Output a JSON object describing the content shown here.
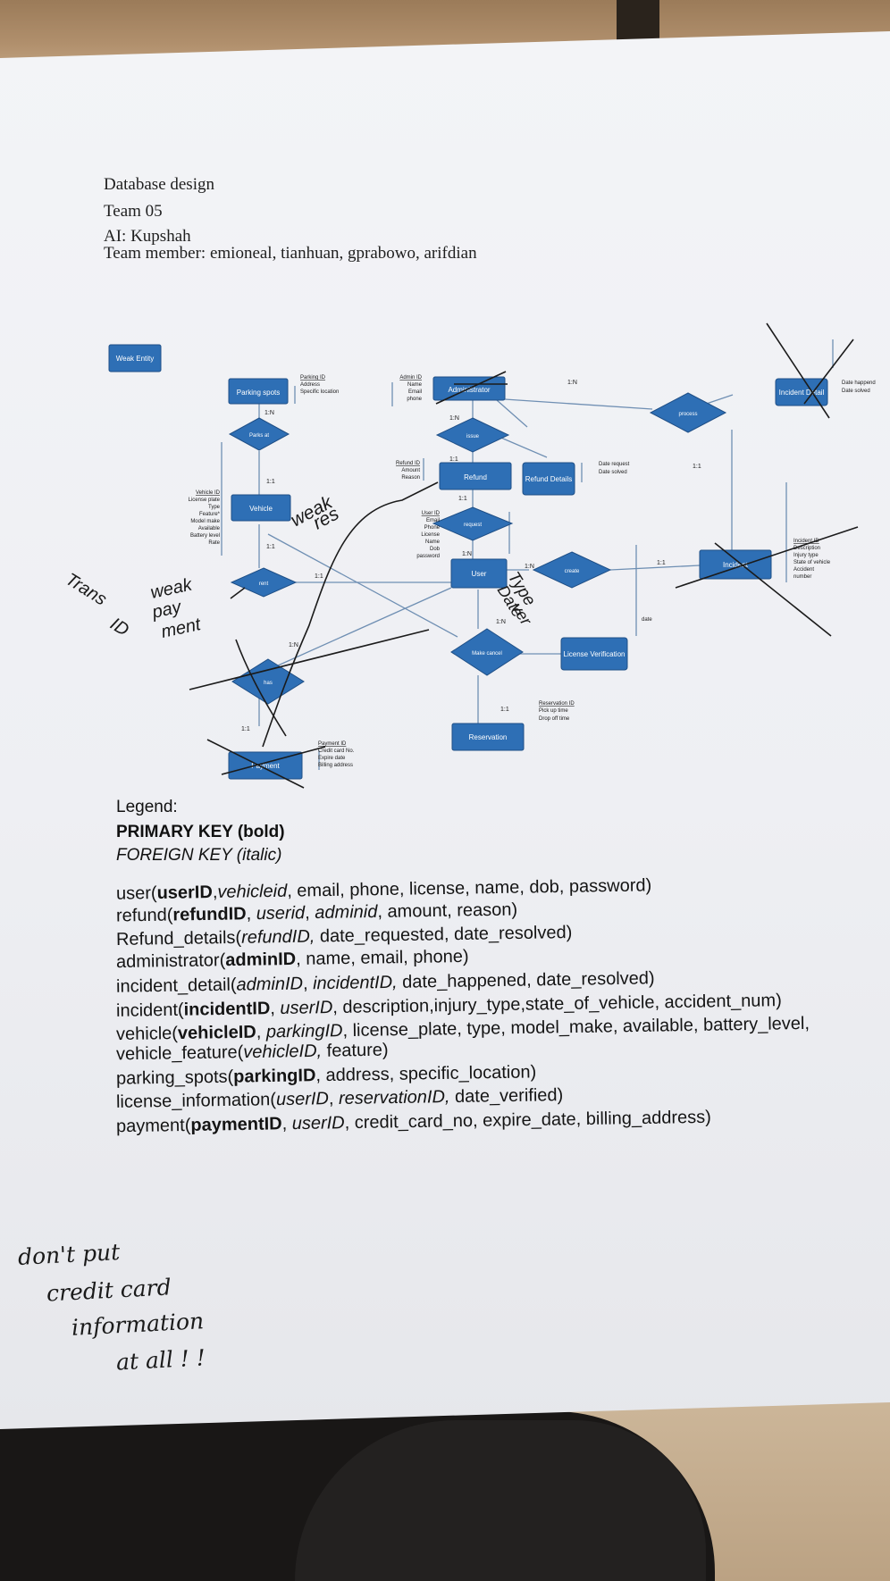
{
  "header": {
    "line1": "Database design",
    "line2": "Team 05",
    "line3": "AI: Kupshah",
    "line4": "Team member: emioneal, tianhuan, gprabowo, arifdian"
  },
  "diagram": {
    "weak_entity_legend": "Weak Entity",
    "entities": {
      "parking": "Parking spots",
      "admin": "Administrator",
      "incident_detail": "Incident Detail",
      "refund": "Refund",
      "refund_details": "Refund Details",
      "vehicle": "Vehicle",
      "user": "User",
      "incident": "Incident",
      "license": "License Verification",
      "reservation": "Reservation",
      "payment": "Payment"
    },
    "relationships": {
      "parks_at": "Parks at",
      "issue": "issue",
      "process": "process",
      "request": "request",
      "rent": "rent",
      "create": "create",
      "make_cancel": "Make cancel",
      "has": "has"
    },
    "cardinalities": {
      "c_parking": "1:N",
      "c_vehicle": "1:1",
      "c_admin": "1:N",
      "c_issue": "1:1",
      "c_process_top": "1:N",
      "c_process_right": "1:1",
      "c_refund": "1:1",
      "c_request": "1:N",
      "c_rent": "1:1",
      "c_rent_left": "1:1",
      "c_create_user": "1:N",
      "c_create_inc": "1:1",
      "c_make": "1:N",
      "c_has": "1:N",
      "c_pay": "1:1",
      "c_res": "1:1"
    },
    "attributes": {
      "parking": [
        "Parking ID",
        "Address",
        "Specific location"
      ],
      "admin": [
        "Admin ID",
        "Name",
        "Email",
        "phone"
      ],
      "incident_detail": [
        "Date happend",
        "Date solved"
      ],
      "refund": [
        "Refund ID",
        "Amount",
        "Reason"
      ],
      "refund_details": [
        "Date request",
        "Date solved"
      ],
      "vehicle": [
        "Vehicle ID",
        "License plate",
        "Type",
        "Feature*",
        "Model make",
        "Available",
        "Battery level",
        "Rate"
      ],
      "user": [
        "User ID",
        "Email",
        "Phone",
        "License",
        "Name",
        "Dob",
        "password"
      ],
      "incident": [
        "Incident ID",
        "Description",
        "Injury type",
        "State of vehicle",
        "Accident",
        "number"
      ],
      "license": [
        "date"
      ],
      "reservation": [
        "Reservation ID",
        "Pick up time",
        "Drop off time"
      ],
      "payment": [
        "Payment ID",
        "Credit card No.",
        "Expire date",
        "Billing address"
      ]
    },
    "handwritten": {
      "weak_res_1": "weak",
      "weak_res_2": "res",
      "weak_pay_1": "weak",
      "weak_pay_2": "pay",
      "weak_pay_3": "ment",
      "trans": "Trans",
      "id": "ID",
      "type_1": "Type",
      "type_2": "Date",
      "type_3": "ver"
    }
  },
  "legend": {
    "title": "Legend:",
    "primary": "PRIMARY KEY (bold)",
    "foreign": "FOREIGN KEY (italic)"
  },
  "relations": [
    [
      {
        "t": "user(",
        "s": "n"
      },
      {
        "t": "userID",
        "s": "b"
      },
      {
        "t": ",",
        "s": "n"
      },
      {
        "t": "vehicleid",
        "s": "i"
      },
      {
        "t": ", email, phone, license, name, dob, password)",
        "s": "n"
      }
    ],
    [
      {
        "t": "refund(",
        "s": "n"
      },
      {
        "t": "refundID",
        "s": "b"
      },
      {
        "t": ", ",
        "s": "n"
      },
      {
        "t": "userid",
        "s": "i"
      },
      {
        "t": ", ",
        "s": "n"
      },
      {
        "t": "adminid",
        "s": "i"
      },
      {
        "t": ", amount, reason)",
        "s": "n"
      }
    ],
    [
      {
        "t": "Refund_details(",
        "s": "n"
      },
      {
        "t": "refundID,",
        "s": "i"
      },
      {
        "t": " date_requested, date_resolved)",
        "s": "n"
      }
    ],
    [
      {
        "t": "administrator(",
        "s": "n"
      },
      {
        "t": "adminID",
        "s": "b"
      },
      {
        "t": ", name, email, phone)",
        "s": "n"
      }
    ],
    [
      {
        "t": "incident_detail(",
        "s": "n"
      },
      {
        "t": "adminID",
        "s": "i"
      },
      {
        "t": ", ",
        "s": "n"
      },
      {
        "t": "incidentID,",
        "s": "i"
      },
      {
        "t": " date_happened, date_resolved)",
        "s": "n"
      }
    ],
    [
      {
        "t": "incident(",
        "s": "n"
      },
      {
        "t": "incidentID",
        "s": "b"
      },
      {
        "t": ", ",
        "s": "n"
      },
      {
        "t": "userID",
        "s": "i"
      },
      {
        "t": ", description,injury_type,state_of_vehicle, accident_num)",
        "s": "n"
      }
    ],
    [
      {
        "t": "vehicle(",
        "s": "n"
      },
      {
        "t": "vehicleID",
        "s": "b"
      },
      {
        "t": ", ",
        "s": "n"
      },
      {
        "t": "parkingID",
        "s": "i"
      },
      {
        "t": ", license_plate, type, model_make, available, battery_level,",
        "s": "n"
      }
    ],
    [
      {
        "t": "vehicle_feature(",
        "s": "n"
      },
      {
        "t": "vehicleID,",
        "s": "i"
      },
      {
        "t": " feature)",
        "s": "n"
      }
    ],
    [
      {
        "t": "parking_spots(",
        "s": "n"
      },
      {
        "t": "parkingID",
        "s": "b"
      },
      {
        "t": ", address, specific_location)",
        "s": "n"
      }
    ],
    [
      {
        "t": "license_information(",
        "s": "n"
      },
      {
        "t": "userID",
        "s": "i"
      },
      {
        "t": ", ",
        "s": "n"
      },
      {
        "t": "reservationID,",
        "s": "i"
      },
      {
        "t": " date_verified)",
        "s": "n"
      }
    ],
    [
      {
        "t": "payment(",
        "s": "n"
      },
      {
        "t": "paymentID",
        "s": "b"
      },
      {
        "t": ", ",
        "s": "n"
      },
      {
        "t": "userID",
        "s": "i"
      },
      {
        "t": ", credit_card_no, expire_date, billing_address)",
        "s": "n"
      }
    ]
  ],
  "note": {
    "line1": "don't put",
    "line2": "credit card",
    "line3": "information",
    "line4": "at all ! !"
  },
  "colors": {
    "entity_fill": "#2e6fb5",
    "entity_stroke": "#1f4f86",
    "line": "#6f8fb3",
    "ink": "#1a1a1a"
  }
}
